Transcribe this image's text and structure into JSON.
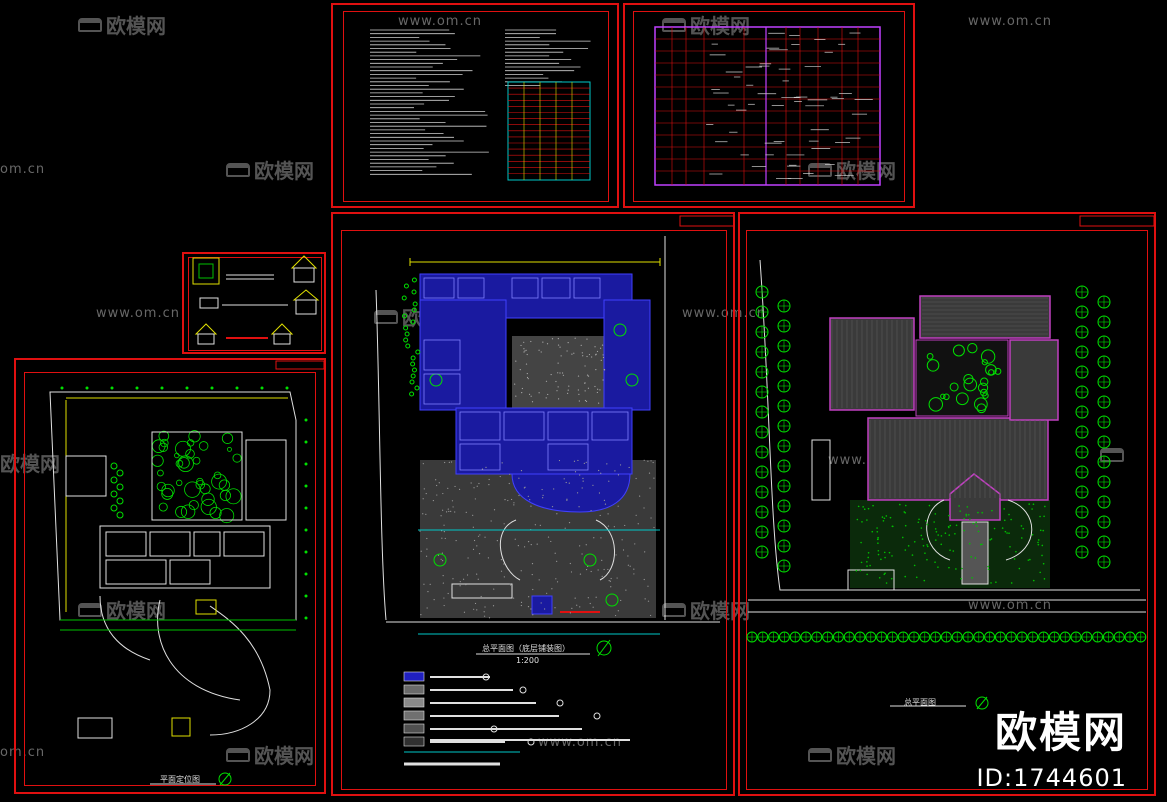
{
  "watermark": {
    "brand_text": "欧模网",
    "url_text": "www.om.cn",
    "url_text_partial": "om.cn",
    "id_text": "ID:1744601"
  },
  "sheets": {
    "left_plan": {
      "caption": "平面定位图"
    },
    "middle_plan": {
      "caption": "总平面图（底层铺装图）",
      "scale": "1:200"
    },
    "right_plan": {
      "caption": "总平面图"
    }
  },
  "colors": {
    "frame": "#e01010",
    "building_fill": "#1a1aa0",
    "vegetation": "#00e000",
    "roof": "#c040c0",
    "line_white": "#e0e0e0",
    "annotation_yellow": "#e0e000",
    "dim_cyan": "#00c8c8"
  }
}
